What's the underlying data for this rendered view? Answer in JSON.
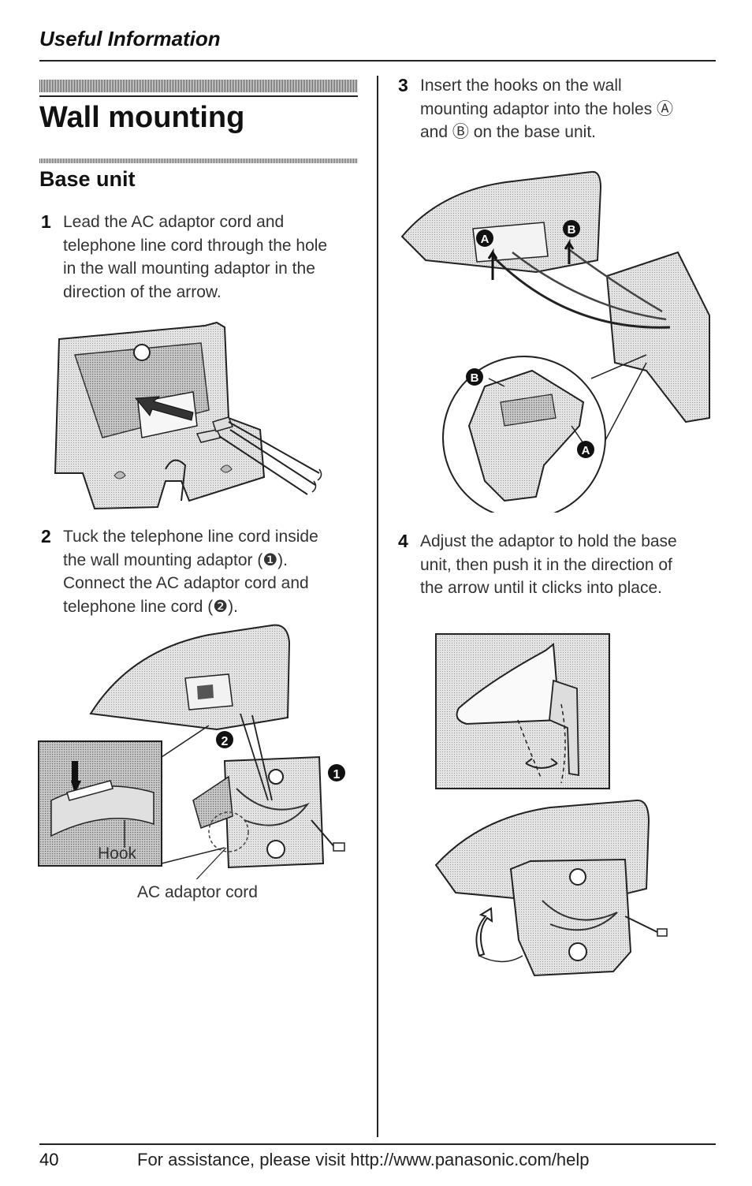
{
  "header": {
    "section": "Useful Information"
  },
  "title": "Wall mounting",
  "subtitle": "Base unit",
  "steps": [
    {
      "num": "1",
      "text": "Lead the AC adaptor cord and\ntelephone line cord through the hole\nin the wall mounting adaptor in the\ndirection of the arrow."
    },
    {
      "num": "2",
      "text": "Tuck the telephone line cord inside\nthe wall mounting adaptor (❶).\nConnect the AC adaptor cord and\ntelephone line cord (❷)."
    },
    {
      "num": "3",
      "text": "Insert the hooks on the wall\nmounting adaptor into the holes Ⓐ\nand Ⓑ on the base unit."
    },
    {
      "num": "4",
      "text": "Adjust the adaptor to hold the base\nunit, then push it in the direction of\nthe arrow until it clicks into place."
    }
  ],
  "figure2": {
    "hook_label": "Hook",
    "cord_label": "AC adaptor cord",
    "marker1": "1",
    "marker2": "2"
  },
  "figure3": {
    "marker_a": "A",
    "marker_b": "B"
  },
  "footer": {
    "page_number": "40",
    "text": "For assistance, please visit http://www.panasonic.com/help"
  }
}
